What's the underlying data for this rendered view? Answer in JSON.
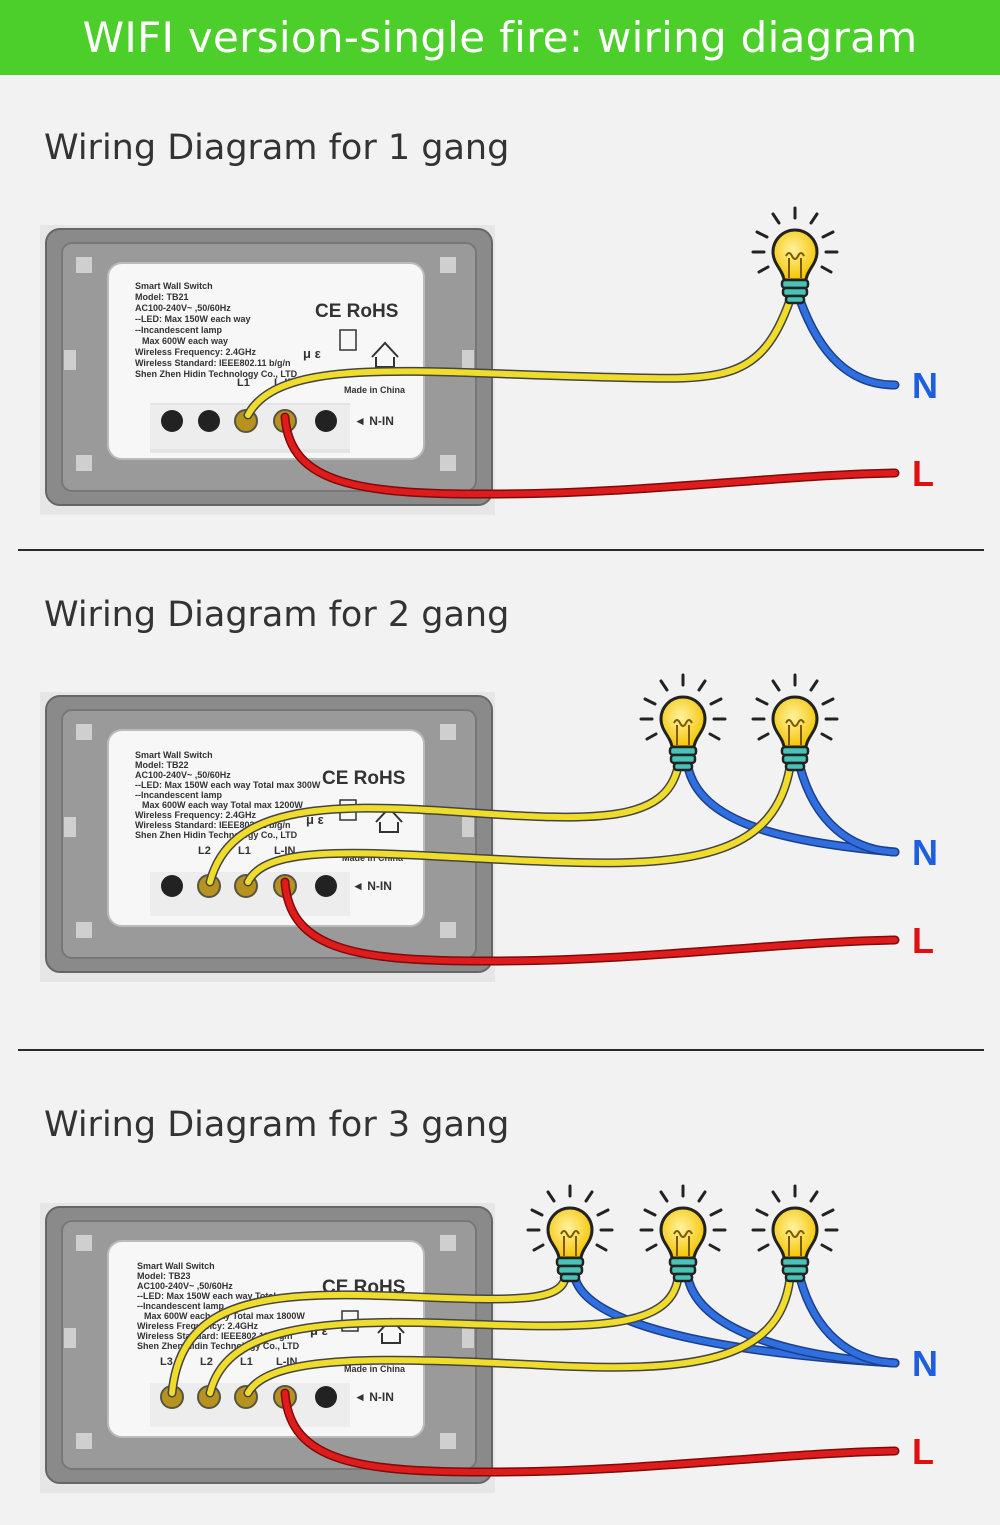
{
  "banner": {
    "title": "WIFI version-single fire: wiring diagram"
  },
  "colors": {
    "banner": "#4ccf2b",
    "live_wire": "#e01b1b",
    "neutral_wire": "#2f6fe0",
    "lamp_wire": "#f0dc2a",
    "N_label": "#1e5fe0",
    "L_label": "#e01010"
  },
  "diagrams": [
    {
      "title": "Wiring Diagram for 1 gang",
      "label_lines": [
        "Smart Wall Switch",
        "Model: TB21",
        "AC100-240V~ ,50/60Hz",
        "--LED: Max 150W each way",
        "--Incandescent lamp",
        "Max 600W each way",
        "Wireless Frequency: 2.4GHz",
        "Wireless Standard: IEEE802.11 b/g/n",
        "Shen Zhen Hidin Technology Co., LTD"
      ],
      "terminals": [
        "L1",
        "L-IN"
      ],
      "cert": "CE RoHS",
      "made_in": "Made in China",
      "n_in": "◄ N-IN",
      "N": "N",
      "L": "L"
    },
    {
      "title": "Wiring Diagram for 2 gang",
      "label_lines": [
        "Smart Wall Switch",
        "Model: TB22",
        "AC100-240V~ ,50/60Hz",
        "--LED: Max 150W each way Total max 300W",
        "--Incandescent lamp",
        "Max 600W each way Total max 1200W",
        "Wireless Frequency: 2.4GHz",
        "Wireless Standard: IEEE802.11 b/g/n",
        "Shen Zhen Hidin Technology Co., LTD"
      ],
      "terminals": [
        "L2",
        "L1",
        "L-IN"
      ],
      "cert": "CE RoHS",
      "made_in": "Made in China",
      "n_in": "◄ N-IN",
      "N": "N",
      "L": "L"
    },
    {
      "title": "Wiring Diagram for 3 gang",
      "label_lines": [
        "Smart Wall Switch",
        "Model: TB23",
        "AC100-240V~ ,50/60Hz",
        "--LED: Max 150W each way Total max 450W",
        "--Incandescent lamp",
        "Max 600W each way Total max 1800W",
        "Wireless Frequency: 2.4GHz",
        "Wireless Standard: IEEE802.11 b/g/n",
        "Shen Zhen Hidin Technology Co., LTD"
      ],
      "terminals": [
        "L3",
        "L2",
        "L1",
        "L-IN"
      ],
      "cert": "CE RoHS",
      "made_in": "Made in China",
      "n_in": "◄ N-IN",
      "N": "N",
      "L": "L"
    }
  ]
}
